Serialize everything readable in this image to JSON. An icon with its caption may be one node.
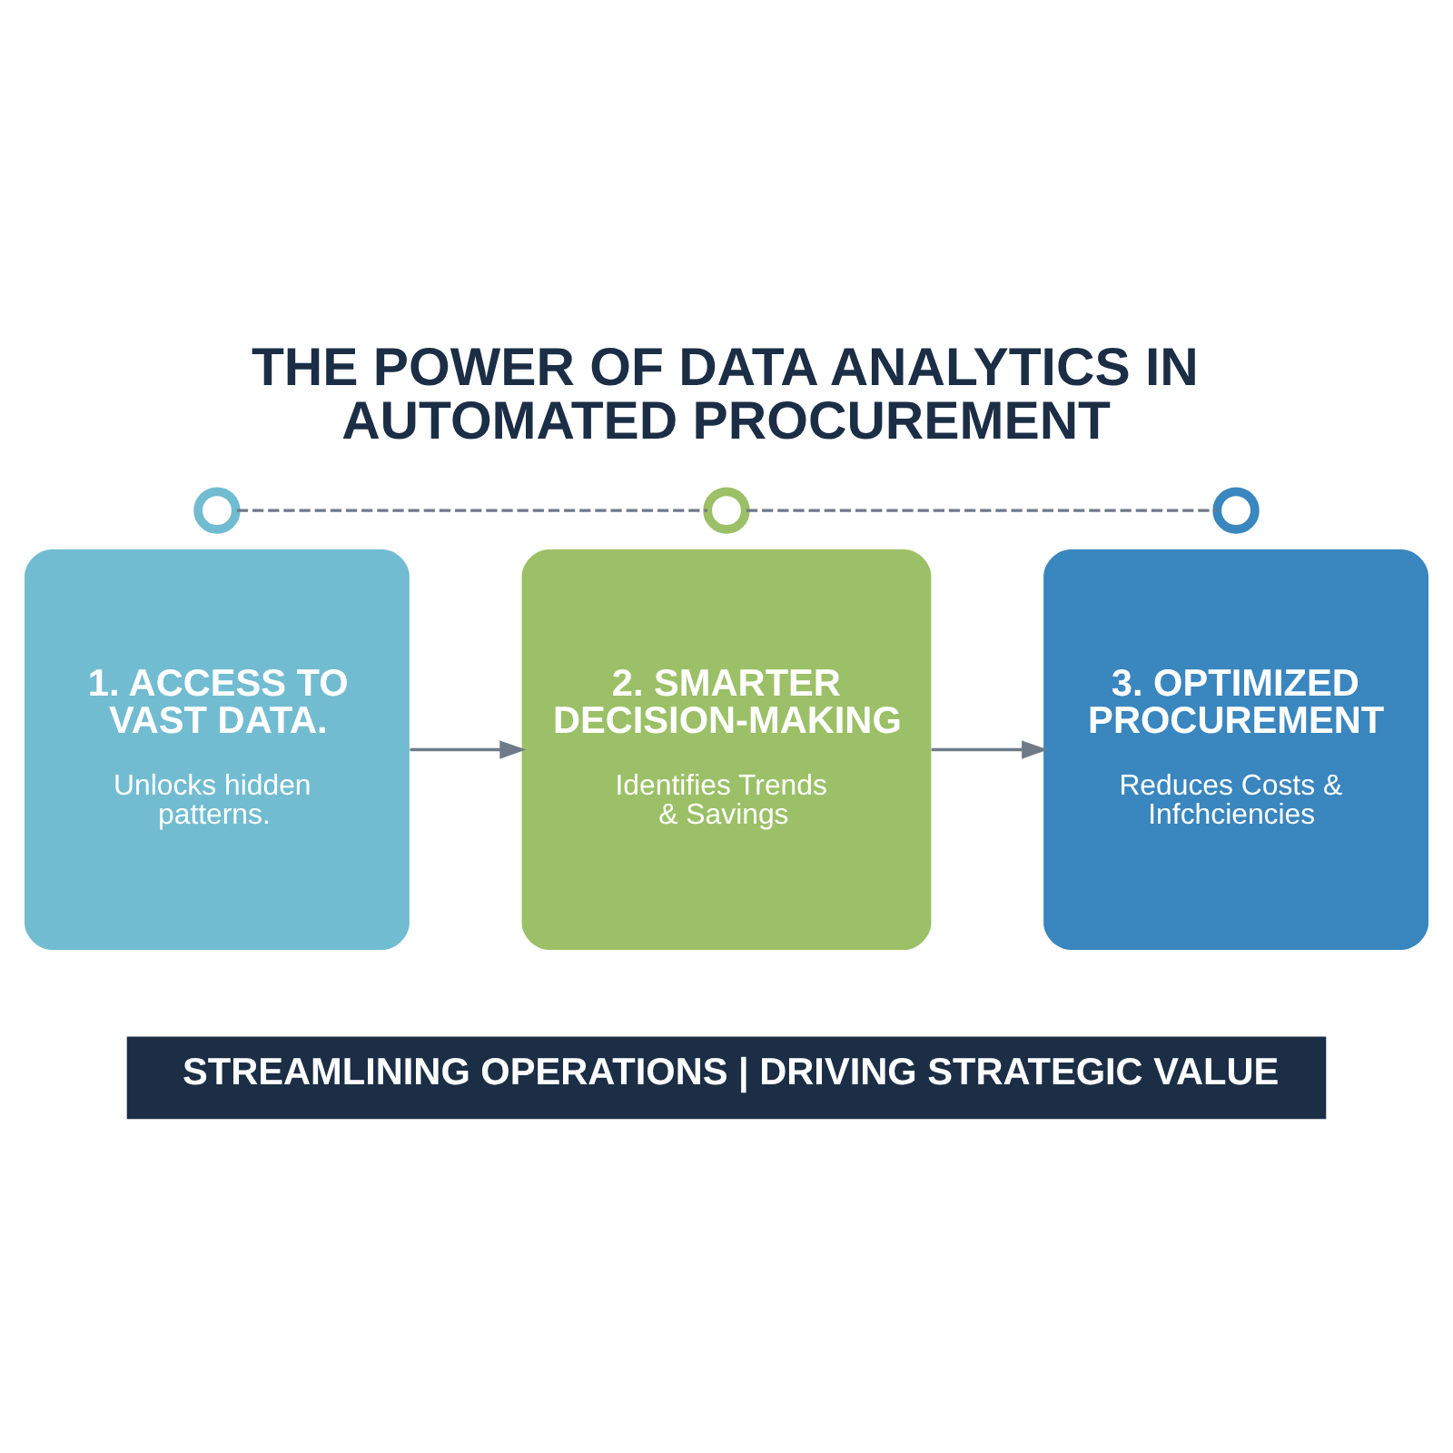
{
  "diagram": {
    "title": "THE POWER OF DATA ANALYTICS IN AUTOMATED PROCUREMENT",
    "nodes": [
      {
        "text": [],
        "shape": "circle"
      },
      {
        "text": [],
        "shape": "circle"
      },
      {
        "text": [],
        "shape": "circle"
      },
      {
        "text": [
          "1. ACCESS TO VAST DATA.",
          "Unlocks hidden patterns."
        ]
      },
      {
        "text": [
          "2. SMARTER DECISION-MAKING",
          "Identifies Trends & Savings"
        ]
      },
      {
        "text": [
          "3. OPTIMIZED PROCUREMENT",
          "Reduces Costs & Infchciencies"
        ]
      },
      {
        "text": [
          "STREAMLINING OPERATIONS | DRIVING STRATEGIC VALUE"
        ]
      }
    ],
    "edges": [
      {
        "from": 0,
        "to": 1,
        "arrow": "none",
        "style": "dashed"
      },
      {
        "from": 1,
        "to": 2,
        "arrow": "none",
        "style": "dashed"
      },
      {
        "from": 3,
        "to": 4,
        "arrow": "to"
      },
      {
        "from": 4,
        "to": 5,
        "arrow": "to"
      }
    ]
  }
}
